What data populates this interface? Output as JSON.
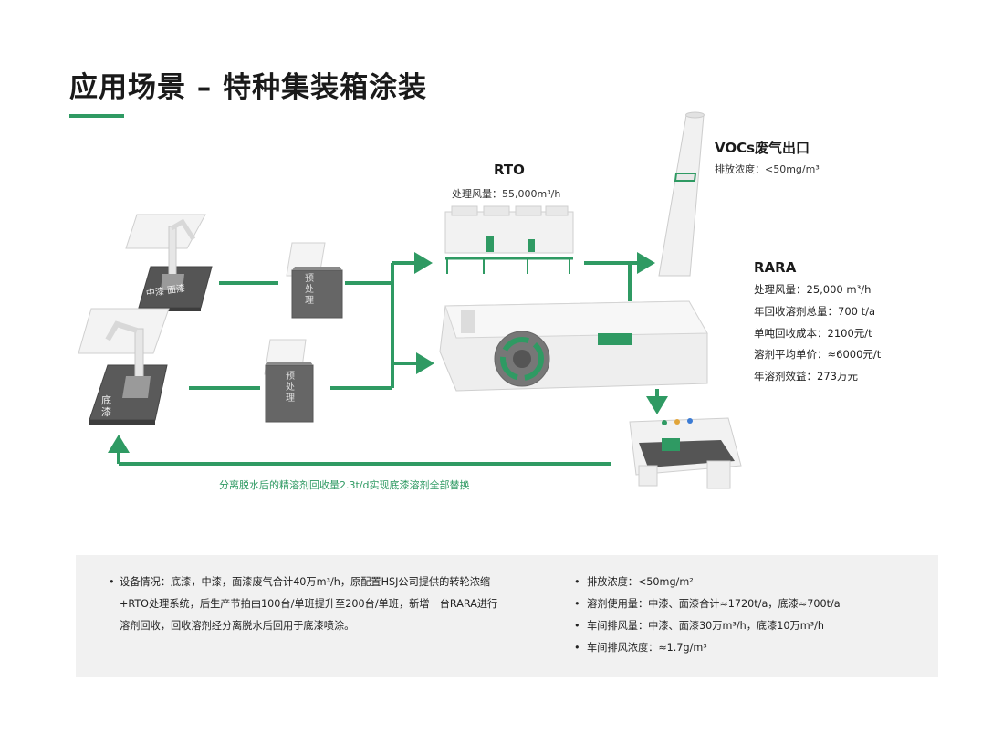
{
  "page": {
    "title": "应用场景 – 特种集装箱涂装",
    "accent_color": "#2f9a63"
  },
  "booths": {
    "top_label": "中漆  面漆",
    "bottom_label": "底漆"
  },
  "pretreatment": {
    "label_top": "预处理",
    "label_bottom": "预处理"
  },
  "rto": {
    "title": "RTO",
    "spec": "处理风量：55,000m³/h"
  },
  "stack": {
    "title": "VOCs废气出口",
    "spec": "排放浓度：<50mg/m³"
  },
  "rara": {
    "title": "RARA",
    "specs": [
      "处理风量：25,000 m³/h",
      "年回收溶剂总量：700 t/a",
      "单吨回收成本：2100元/t",
      "溶剂平均单价：≈6000元/t",
      "年溶剂效益：273万元"
    ]
  },
  "recycle_caption": "分离脱水后的精溶剂回收量2.3t/d实现底漆溶剂全部替换",
  "info": {
    "left_text": "设备情况：底漆，中漆，面漆废气合计40万m³/h，原配置HSJ公司提供的转轮浓缩+RTO处理系统，后生产节拍由100台/单班提升至200台/单班，新增一台RARA进行溶剂回收，回收溶剂经分离脱水后回用于底漆喷涂。",
    "right_items": [
      "排放浓度：<50mg/m²",
      "溶剂使用量：中漆、面漆合计≈1720t/a，底漆≈700t/a",
      "车间排风量：中漆、面漆30万m³/h，底漆10万m³/h",
      "车间排风浓度：≈1.7g/m³"
    ]
  }
}
